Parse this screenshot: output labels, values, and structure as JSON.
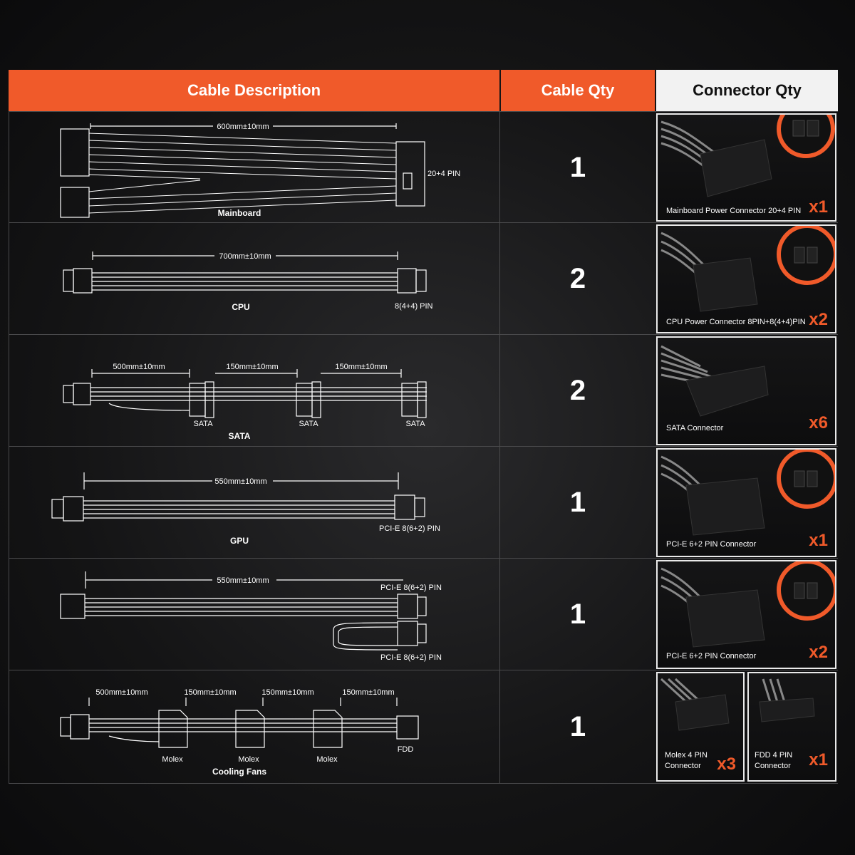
{
  "header": {
    "description": "Cable Description",
    "cable_qty": "Cable Qty",
    "connector_qty": "Connector Qty"
  },
  "accent_color": "#f05a2a",
  "rows": [
    {
      "name": "Mainboard",
      "qty": "1",
      "length": "600mm±10mm",
      "end_label": "20+4 PIN",
      "connector": {
        "label": "Mainboard Power Connector 20+4 PIN",
        "mult": "x1",
        "icon": "atx-24pin-connector-icon"
      }
    },
    {
      "name": "CPU",
      "qty": "2",
      "length": "700mm±10mm",
      "end_label": "8(4+4) PIN",
      "connector": {
        "label": "CPU Power Connector 8PIN+8(4+4)PIN",
        "mult": "x2",
        "icon": "cpu-8pin-connector-icon"
      }
    },
    {
      "name": "SATA",
      "qty": "2",
      "lengths": [
        "500mm±10mm",
        "150mm±10mm",
        "150mm±10mm"
      ],
      "plug_labels": [
        "SATA",
        "SATA",
        "SATA"
      ],
      "connector": {
        "label": "SATA Connector",
        "mult": "x6",
        "icon": "sata-connector-icon"
      }
    },
    {
      "name": "GPU",
      "qty": "1",
      "length": "550mm±10mm",
      "end_label": "PCI-E 8(6+2) PIN",
      "connector": {
        "label": "PCI-E 6+2 PIN Connector",
        "mult": "x1",
        "icon": "pcie-connector-icon"
      }
    },
    {
      "name": "",
      "qty": "1",
      "length": "550mm±10mm",
      "end_labels": [
        "PCI-E 8(6+2) PIN",
        "PCI-E 8(6+2) PIN"
      ],
      "connector": {
        "label": "PCI-E 6+2 PIN Connector",
        "mult": "x2",
        "icon": "pcie-connector-icon"
      }
    },
    {
      "name": "Cooling Fans",
      "qty": "1",
      "lengths": [
        "500mm±10mm",
        "150mm±10mm",
        "150mm±10mm",
        "150mm±10mm"
      ],
      "plug_labels": [
        "Molex",
        "Molex",
        "Molex",
        "FDD"
      ],
      "connectors": [
        {
          "label_line1": "Molex 4 PIN",
          "label_line2": "Connector",
          "mult": "x3",
          "icon": "molex-connector-icon"
        },
        {
          "label_line1": "FDD 4 PIN",
          "label_line2": "Connector",
          "mult": "x1",
          "icon": "fdd-connector-icon"
        }
      ]
    }
  ]
}
